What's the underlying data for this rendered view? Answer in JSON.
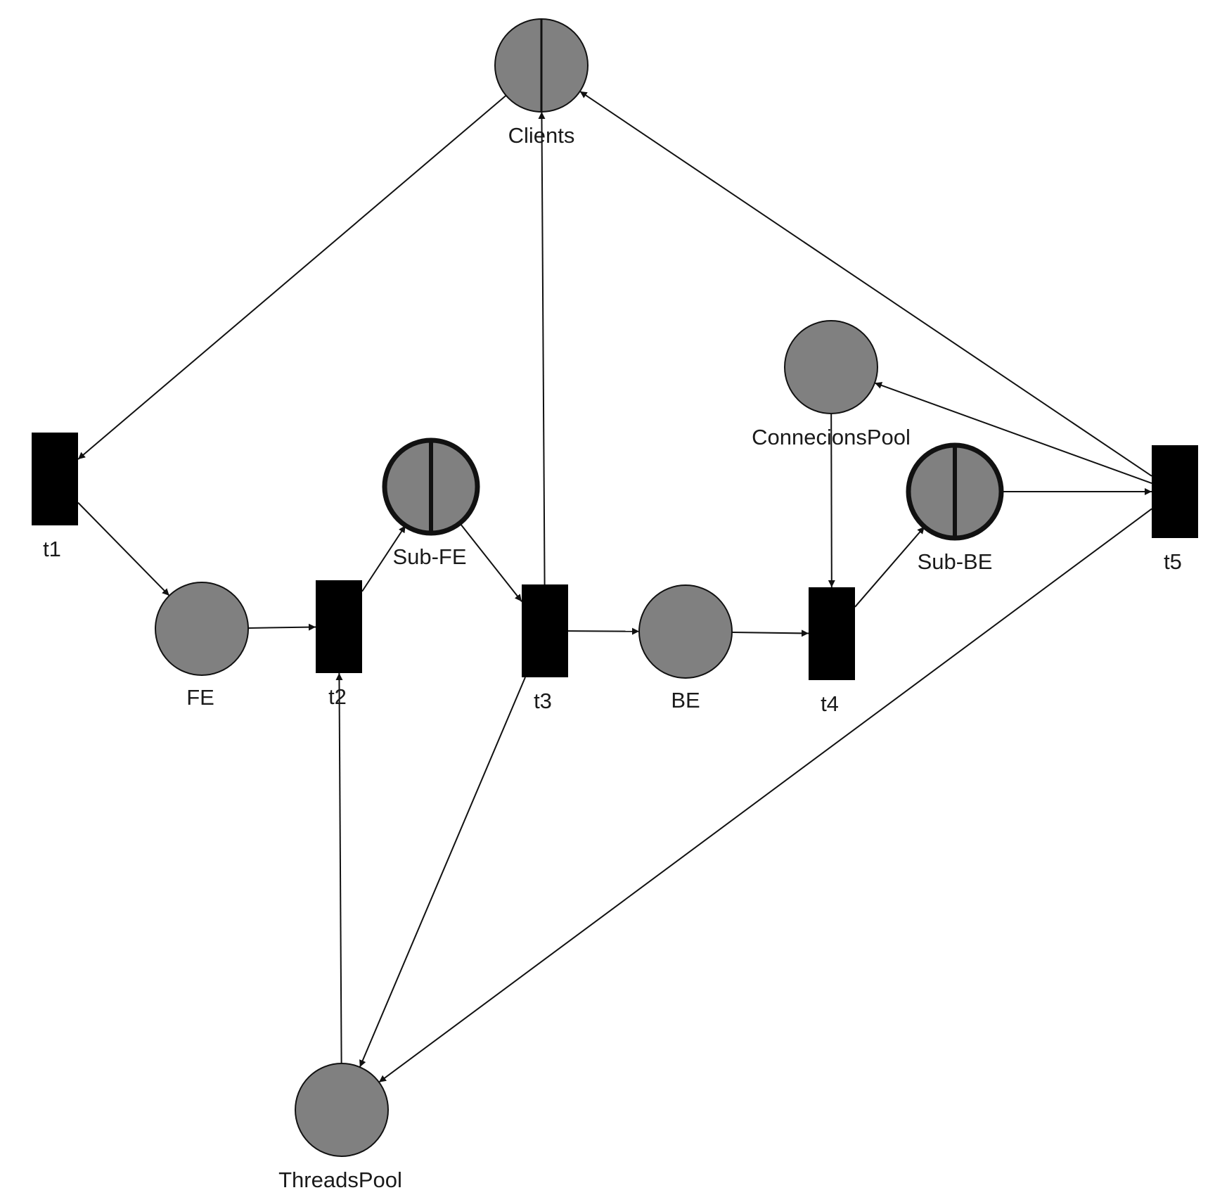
{
  "places": [
    {
      "id": "Clients",
      "label": "Clients",
      "split": true,
      "subnet": false
    },
    {
      "id": "FE",
      "label": "FE",
      "split": false,
      "subnet": false
    },
    {
      "id": "Sub-FE",
      "label": "Sub-FE",
      "split": true,
      "subnet": true
    },
    {
      "id": "BE",
      "label": "BE",
      "split": false,
      "subnet": false
    },
    {
      "id": "ConnecionsPool",
      "label": "ConnecionsPool",
      "split": false,
      "subnet": false
    },
    {
      "id": "Sub-BE",
      "label": "Sub-BE",
      "split": true,
      "subnet": true
    },
    {
      "id": "ThreadsPool",
      "label": "ThreadsPool",
      "split": false,
      "subnet": false
    }
  ],
  "transitions": [
    {
      "id": "t1",
      "label": "t1"
    },
    {
      "id": "t2",
      "label": "t2"
    },
    {
      "id": "t3",
      "label": "t3"
    },
    {
      "id": "t4",
      "label": "t4"
    },
    {
      "id": "t5",
      "label": "t5"
    }
  ],
  "arcs": [
    {
      "from": "Clients",
      "to": "t1"
    },
    {
      "from": "t1",
      "to": "FE"
    },
    {
      "from": "FE",
      "to": "t2"
    },
    {
      "from": "ThreadsPool",
      "to": "t2"
    },
    {
      "from": "t2",
      "to": "Sub-FE"
    },
    {
      "from": "Sub-FE",
      "to": "t3"
    },
    {
      "from": "t3",
      "to": "Clients"
    },
    {
      "from": "t3",
      "to": "BE"
    },
    {
      "from": "t3",
      "to": "ThreadsPool"
    },
    {
      "from": "BE",
      "to": "t4"
    },
    {
      "from": "ConnecionsPool",
      "to": "t4"
    },
    {
      "from": "t4",
      "to": "Sub-BE"
    },
    {
      "from": "Sub-BE",
      "to": "t5"
    },
    {
      "from": "t5",
      "to": "Clients"
    },
    {
      "from": "t5",
      "to": "ConnecionsPool"
    },
    {
      "from": "t5",
      "to": "ThreadsPool"
    }
  ]
}
